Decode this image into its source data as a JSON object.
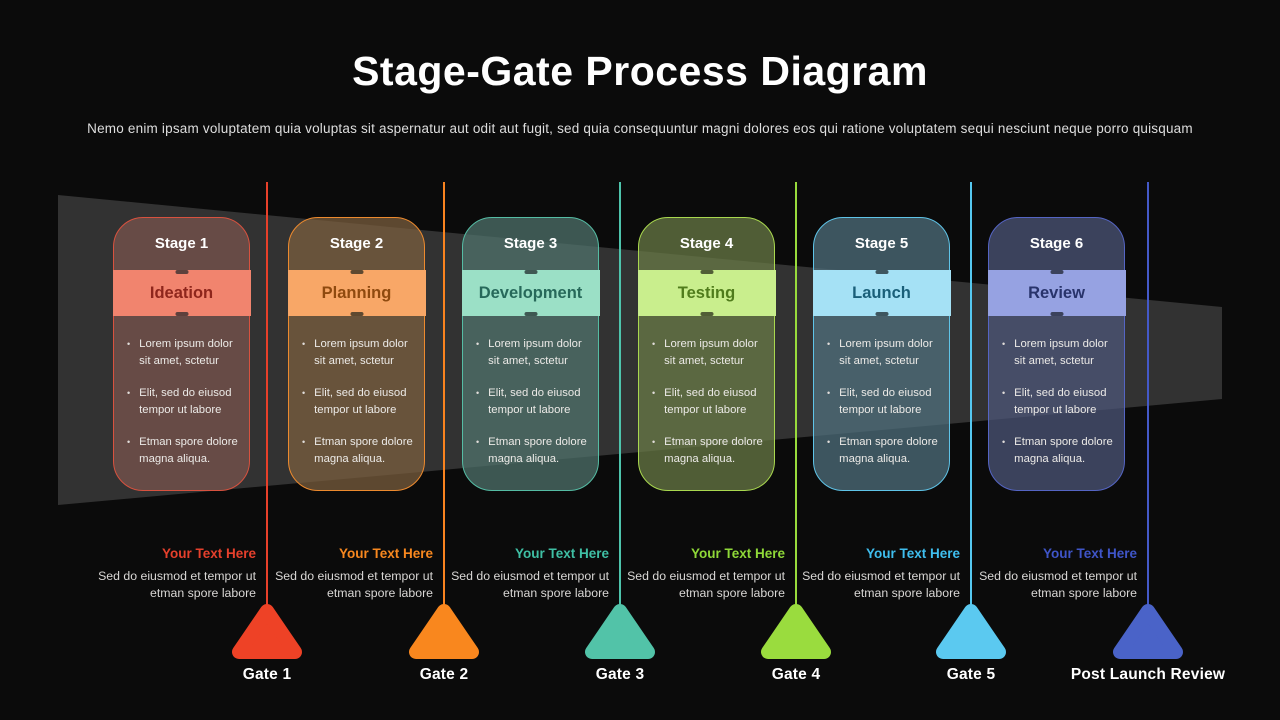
{
  "slide": {
    "title": "Stage-Gate Process Diagram",
    "subtitle": "Nemo enim ipsam voluptatem quia voluptas sit aspernatur aut odit aut fugit, sed quia consequuntur magni dolores eos qui ratione voluptatem sequi nesciunt neque porro quisquam",
    "background_color": "#0b0b0b"
  },
  "stages": [
    {
      "name": "Stage 1",
      "phase": "Ideation",
      "bullets": [
        "Lorem ipsum dolor sit amet, sctetur",
        "Elit, sed do eiusod tempor ut labore",
        "Etman spore dolore magna aliqua."
      ],
      "colors": {
        "accent": "#D8523F",
        "banner": "#F1846E",
        "banner_text": "#8E261C",
        "card": "rgba(124,84,78,0.72)",
        "card_solid": "#5D403C"
      }
    },
    {
      "name": "Stage 2",
      "phase": "Planning",
      "bullets": [
        "Lorem ipsum dolor sit amet, sctetur",
        "Elit, sed do eiusod tempor ut labore",
        "Etman spore dolore magna aliqua."
      ],
      "colors": {
        "accent": "#ED8A2E",
        "banner": "#F8A767",
        "banner_text": "#8F4A0F",
        "card": "rgba(125,96,62,0.72)",
        "card_solid": "#5E4930"
      }
    },
    {
      "name": "Stage 3",
      "phase": "Development",
      "bullets": [
        "Lorem ipsum dolor sit amet, sctetur",
        "Elit, sed do eiusod tempor ut labore",
        "Etman spore dolore magna aliqua."
      ],
      "colors": {
        "accent": "#55BCA4",
        "banner": "#9BE0C6",
        "banner_text": "#27695A",
        "card": "rgba(81,117,109,0.72)",
        "card_solid": "#3E5852"
      }
    },
    {
      "name": "Stage 4",
      "phase": "Testing",
      "bullets": [
        "Lorem ipsum dolor sit amet, sctetur",
        "Elit, sed do eiusod tempor ut labore",
        "Etman spore dolore magna aliqua."
      ],
      "colors": {
        "accent": "#A9D84F",
        "banner": "#C9EE8D",
        "banner_text": "#507C1C",
        "card": "rgba(107,125,70,0.72)",
        "card_solid": "#515E36"
      }
    },
    {
      "name": "Stage 5",
      "phase": "Launch",
      "bullets": [
        "Lorem ipsum dolor sit amet, sctetur",
        "Elit, sed do eiusod tempor ut labore",
        "Etman spore dolore magna aliqua."
      ],
      "colors": {
        "accent": "#5FC4E8",
        "banner": "#A5E1F5",
        "banner_text": "#1A5F79",
        "card": "rgba(81,114,127,0.72)",
        "card_solid": "#3E565F"
      }
    },
    {
      "name": "Stage 6",
      "phase": "Review",
      "bullets": [
        "Lorem ipsum dolor sit amet, sctetur",
        "Elit, sed do eiusod tempor ut labore",
        "Etman spore dolore magna aliqua."
      ],
      "colors": {
        "accent": "#5565C4",
        "banner": "#96A2E2",
        "banner_text": "#28336B",
        "card": "rgba(77,87,123,0.72)",
        "card_solid": "#3B425C"
      }
    }
  ],
  "gates": [
    {
      "label": "Gate 1",
      "heading": "Your Text Here",
      "description": "Sed do eiusmod et tempor ut etman spore labore",
      "color": "#EE4226",
      "line_color": "#E8402A",
      "heading_color": "#E6402C"
    },
    {
      "label": "Gate 2",
      "heading": "Your Text Here",
      "description": "Sed do eiusmod et tempor ut etman spore labore",
      "color": "#F9871E",
      "line_color": "#F9831F",
      "heading_color": "#F8881F"
    },
    {
      "label": "Gate 3",
      "heading": "Your Text Here",
      "description": "Sed do eiusmod et tempor ut etman spore labore",
      "color": "#52C3A8",
      "line_color": "#4EC4AC",
      "heading_color": "#3FBFA4"
    },
    {
      "label": "Gate 4",
      "heading": "Your Text Here",
      "description": "Sed do eiusmod et tempor ut etman spore labore",
      "color": "#9ADC3E",
      "line_color": "#98DA3C",
      "heading_color": "#8FD838"
    },
    {
      "label": "Gate 5",
      "heading": "Your Text Here",
      "description": "Sed do eiusmod et tempor ut etman spore labore",
      "color": "#5BC9F0",
      "line_color": "#55C8F0",
      "heading_color": "#3FBEEE"
    },
    {
      "label": "Post Launch Review",
      "heading": "Your Text Here",
      "description": "Sed do eiusmod et tempor ut etman spore labore",
      "color": "#4A63C8",
      "line_color": "#4459C8",
      "heading_color": "#3F55C8"
    }
  ]
}
